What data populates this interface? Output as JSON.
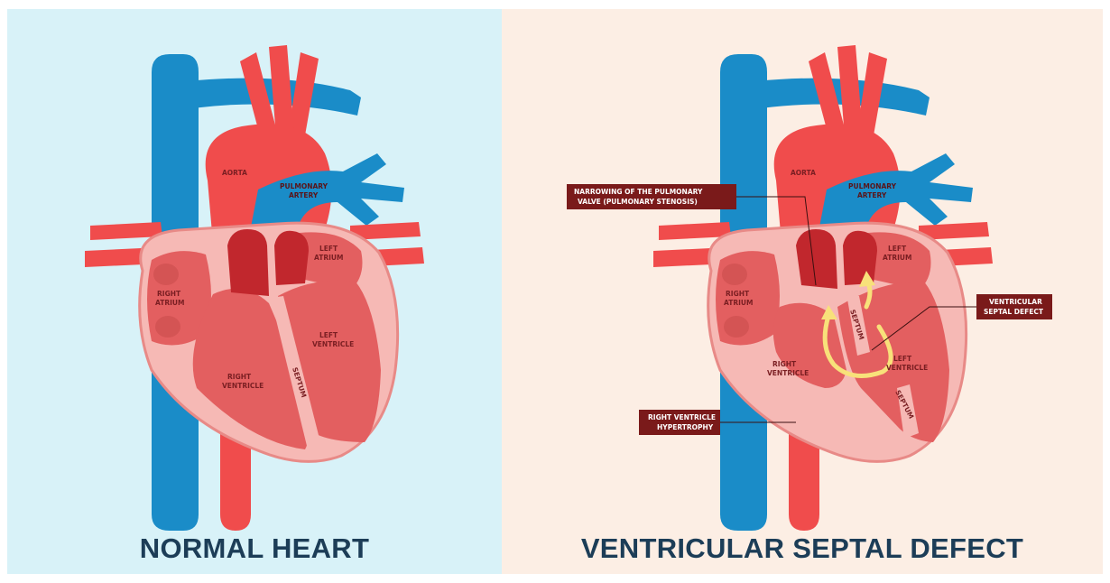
{
  "panels": {
    "left": {
      "caption": "NORMAL HEART",
      "labels": {
        "aorta": "AORTA",
        "pulmonary_artery_1": "PULMONARY",
        "pulmonary_artery_2": "ARTERY",
        "left_atrium_1": "LEFT",
        "left_atrium_2": "ATRIUM",
        "right_atrium_1": "RIGHT",
        "right_atrium_2": "ATRIUM",
        "left_ventricle_1": "LEFT",
        "left_ventricle_2": "VENTRICLE",
        "right_ventricle_1": "RIGHT",
        "right_ventricle_2": "VENTRICLE",
        "septum": "SEPTUM"
      }
    },
    "right": {
      "caption": "VENTRICULAR SEPTAL DEFECT",
      "labels": {
        "aorta": "AORTA",
        "pulmonary_artery_1": "PULMONARY",
        "pulmonary_artery_2": "ARTERY",
        "left_atrium_1": "LEFT",
        "left_atrium_2": "ATRIUM",
        "right_atrium_1": "RIGHT",
        "right_atrium_2": "ATRIUM",
        "left_ventricle_1": "LEFT",
        "left_ventricle_2": "VENTRICLE",
        "right_ventricle_1": "RIGHT",
        "right_ventricle_2": "VENTRICLE",
        "septum_upper": "SEPTUM",
        "septum_lower": "SEPTUM"
      },
      "callouts": {
        "stenosis_1": "NARROWING OF THE PULMONARY",
        "stenosis_2": "VALVE (PULMONARY STENOSIS)",
        "vsd_1": "VENTRICULAR",
        "vsd_2": "SEPTAL DEFECT",
        "hypertrophy_1": "RIGHT VENTRICLE",
        "hypertrophy_2": "HYPERTROPHY"
      }
    }
  },
  "colors": {
    "left_background": "#d8f2f8",
    "right_background": "#fceee4",
    "vein_blue": "#1a8cc8",
    "artery_red": "#f04c4c",
    "heart_outer": "#f6b9b5",
    "chamber_fill": "#e35f60",
    "dark_red": "#c1272d",
    "callout_box": "#7a1a1a",
    "flow_arrow": "#f8e17a",
    "caption_text": "#1c3d57"
  }
}
